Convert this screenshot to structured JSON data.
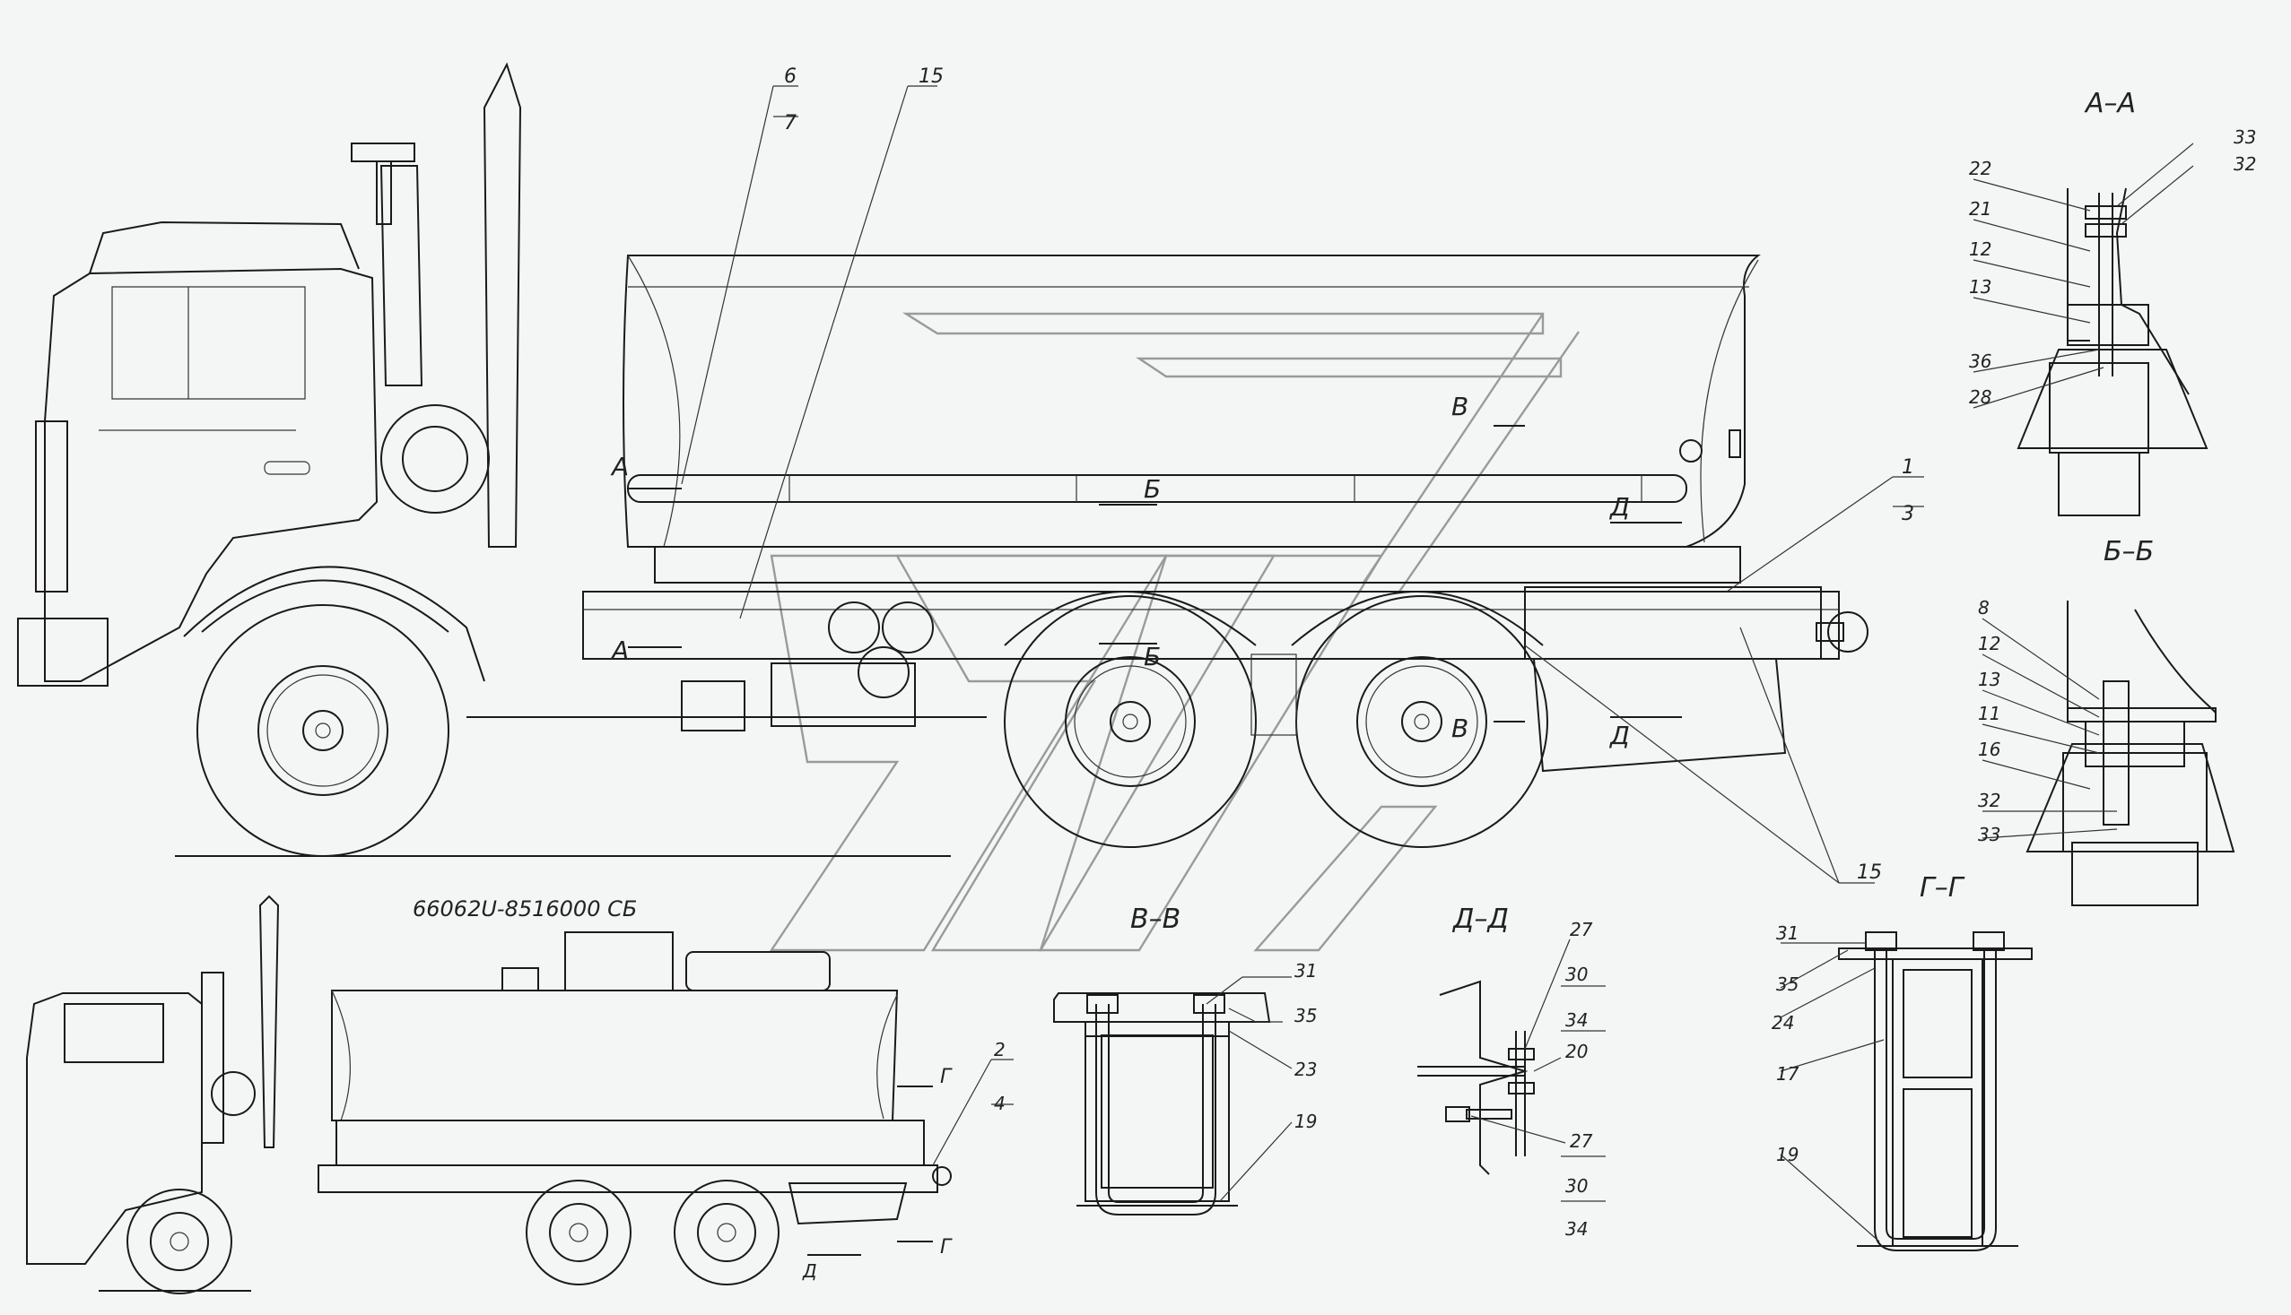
{
  "drawing_code": "66062U-8516000 СБ",
  "sections": {
    "aa": "А–А",
    "bb": "Б–Б",
    "vv": "В–В",
    "dd": "Д–Д",
    "gg": "Г–Г"
  },
  "view_letters": {
    "A": "А",
    "B": "Б",
    "V": "В",
    "D": "Д",
    "G": "Г"
  },
  "callouts_main": [
    "6",
    "7",
    "15",
    "1",
    "3",
    "15"
  ],
  "callouts_small": [
    "2",
    "4"
  ],
  "callouts_aa": [
    "22",
    "21",
    "12",
    "13",
    "36",
    "28",
    "33",
    "32"
  ],
  "callouts_bb": [
    "8",
    "12",
    "13",
    "11",
    "16",
    "32",
    "33"
  ],
  "callouts_vv": [
    "31",
    "35",
    "23",
    "19"
  ],
  "callouts_dd": [
    "27",
    "30",
    "34",
    "20",
    "27",
    "30",
    "34"
  ],
  "callouts_gg": [
    "31",
    "35",
    "24",
    "17",
    "19"
  ]
}
